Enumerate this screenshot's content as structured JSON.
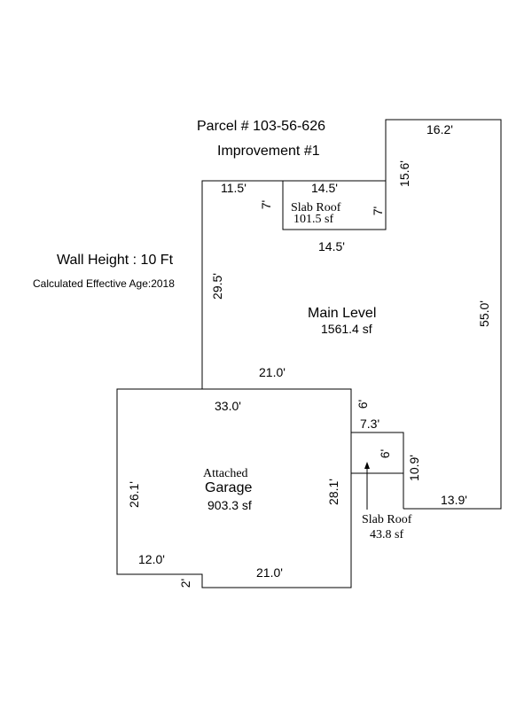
{
  "header": {
    "parcel": "Parcel # 103-56-626",
    "improvement": "Improvement #1"
  },
  "info": {
    "wall_height": "Wall Height : 10 Ft",
    "effective_age": "Calculated Effective Age:2018"
  },
  "areas": {
    "main_level": {
      "name": "Main Level",
      "area": "1561.4 sf"
    },
    "slab_roof_top": {
      "name": "Slab Roof",
      "area": "101.5 sf"
    },
    "garage": {
      "line1": "Attached",
      "line2": "Garage",
      "area": "903.3 sf"
    },
    "slab_roof_side": {
      "name": "Slab Roof",
      "area": "43.8 sf"
    }
  },
  "dimensions": {
    "top_right": "16.2'",
    "right_notch_v": "15.6'",
    "top_left": "11.5'",
    "slab_top": "14.5'",
    "slab_left_v": "7'",
    "slab_right_v": "7'",
    "slab_bottom": "14.5'",
    "main_left_v": "29.5'",
    "main_right_v": "55.0'",
    "main_bottom": "21.0'",
    "garage_top": "33.0'",
    "step_v": "6'",
    "step_h": "7.3'",
    "slab2_left_v": "6'",
    "slab2_right_v": "10.9'",
    "bottom_right": "13.9'",
    "garage_left_v": "26.1'",
    "garage_right_v": "28.1'",
    "garage_bottom_left": "12.0'",
    "garage_notch_v": "2'",
    "garage_bottom_right": "21.0'"
  }
}
